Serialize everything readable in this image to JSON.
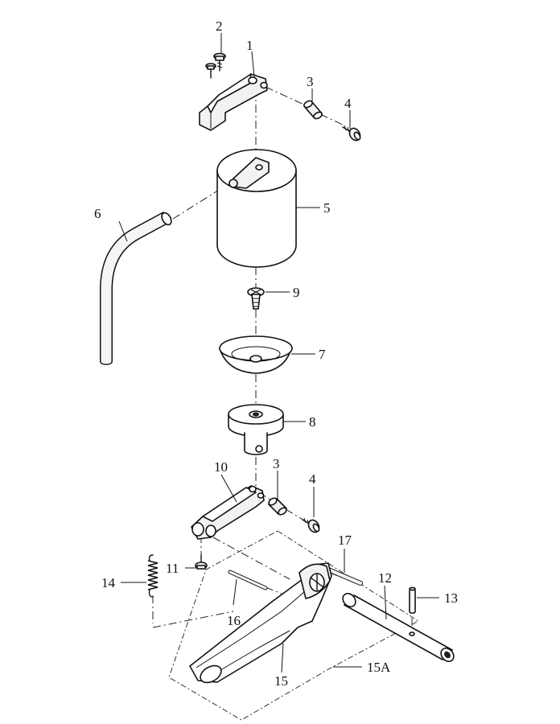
{
  "parts": [
    {
      "id": "1",
      "label": "1"
    },
    {
      "id": "2",
      "label": "2"
    },
    {
      "id": "3a",
      "label": "3"
    },
    {
      "id": "4a",
      "label": "4"
    },
    {
      "id": "5",
      "label": "5"
    },
    {
      "id": "6",
      "label": "6"
    },
    {
      "id": "7",
      "label": "7"
    },
    {
      "id": "8",
      "label": "8"
    },
    {
      "id": "9",
      "label": "9"
    },
    {
      "id": "10",
      "label": "10"
    },
    {
      "id": "3b",
      "label": "3"
    },
    {
      "id": "4b",
      "label": "4"
    },
    {
      "id": "11",
      "label": "11"
    },
    {
      "id": "12",
      "label": "12"
    },
    {
      "id": "13",
      "label": "13"
    },
    {
      "id": "14",
      "label": "14"
    },
    {
      "id": "15",
      "label": "15"
    },
    {
      "id": "15A",
      "label": "15A"
    },
    {
      "id": "16",
      "label": "16"
    },
    {
      "id": "17",
      "label": "17"
    }
  ]
}
